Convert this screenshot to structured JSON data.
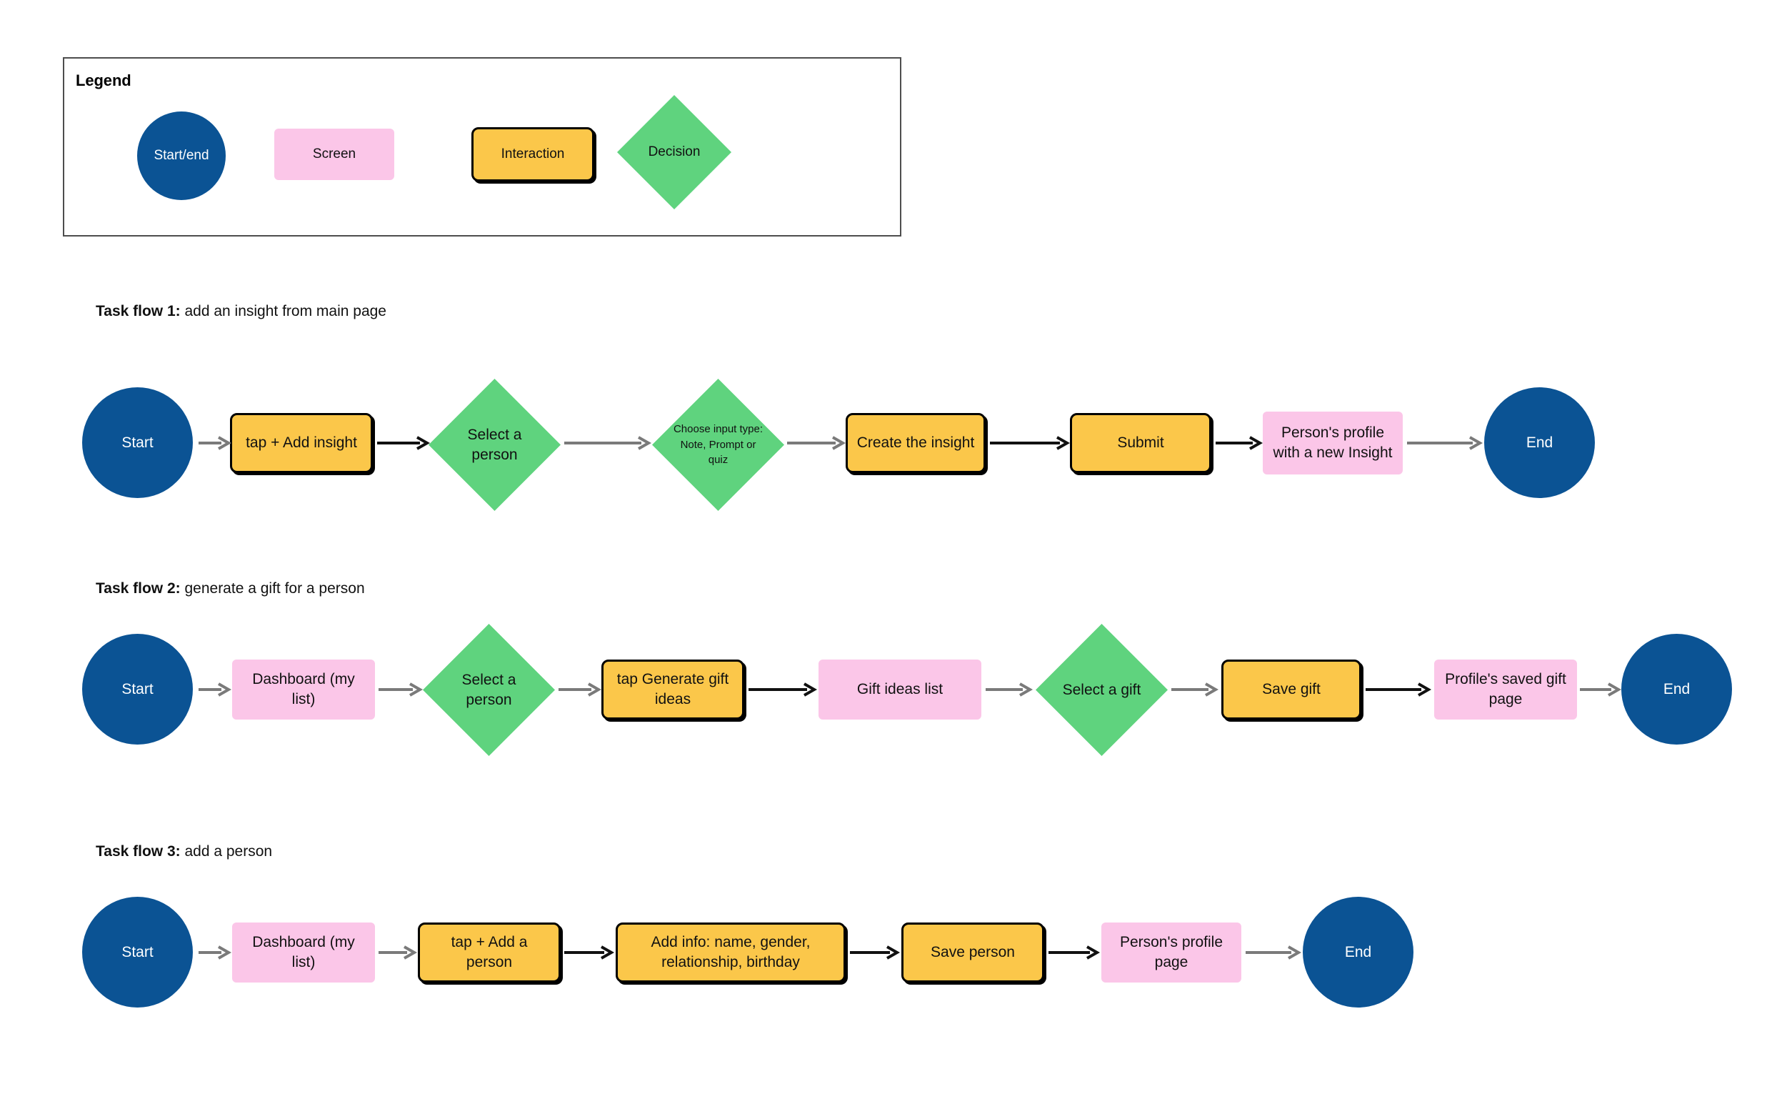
{
  "legend": {
    "title": "Legend",
    "items": [
      {
        "name": "start-end",
        "label": "Start/end",
        "shape": "circle",
        "color": "#0b5394"
      },
      {
        "name": "screen",
        "label": "Screen",
        "shape": "rect",
        "color": "#fbc6e8"
      },
      {
        "name": "interaction",
        "label": "Interaction",
        "shape": "rect-bordered",
        "color": "#fbc74a"
      },
      {
        "name": "decision",
        "label": "Decision",
        "shape": "diamond",
        "color": "#5fd37e"
      }
    ]
  },
  "flows": [
    {
      "title_bold": "Task flow 1:",
      "title_rest": " add an insight from main page",
      "nodes": [
        {
          "type": "start-end",
          "label": "Start"
        },
        {
          "type": "interaction",
          "label": "tap + Add insight"
        },
        {
          "type": "decision",
          "label": "Select a person"
        },
        {
          "type": "decision",
          "label": "Choose input type: Note, Prompt or quiz"
        },
        {
          "type": "interaction",
          "label": "Create the insight"
        },
        {
          "type": "interaction",
          "label": "Submit"
        },
        {
          "type": "screen",
          "label": "Person's profile with a new Insight"
        },
        {
          "type": "start-end",
          "label": "End"
        }
      ],
      "connectors": [
        "gray",
        "black",
        "gray",
        "gray",
        "black",
        "black",
        "gray"
      ]
    },
    {
      "title_bold": "Task flow 2:",
      "title_rest": " generate a gift for a person",
      "nodes": [
        {
          "type": "start-end",
          "label": "Start"
        },
        {
          "type": "screen",
          "label": "Dashboard (my list)"
        },
        {
          "type": "decision",
          "label": "Select a person"
        },
        {
          "type": "interaction",
          "label": "tap Generate gift ideas"
        },
        {
          "type": "screen",
          "label": "Gift ideas list"
        },
        {
          "type": "decision",
          "label": "Select a gift"
        },
        {
          "type": "interaction",
          "label": "Save gift"
        },
        {
          "type": "screen",
          "label": "Profile's saved gift page"
        },
        {
          "type": "start-end",
          "label": "End"
        }
      ],
      "connectors": [
        "gray",
        "gray",
        "gray",
        "black",
        "gray",
        "gray",
        "black",
        "gray"
      ]
    },
    {
      "title_bold": "Task flow 3:",
      "title_rest": " add a person",
      "nodes": [
        {
          "type": "start-end",
          "label": "Start"
        },
        {
          "type": "screen",
          "label": "Dashboard (my list)"
        },
        {
          "type": "interaction",
          "label": "tap + Add a person"
        },
        {
          "type": "interaction",
          "label": "Add info: name, gender, relationship, birthday"
        },
        {
          "type": "interaction",
          "label": "Save person"
        },
        {
          "type": "screen",
          "label": "Person's profile page"
        },
        {
          "type": "start-end",
          "label": "End"
        }
      ],
      "connectors": [
        "gray",
        "gray",
        "black",
        "black",
        "black",
        "gray"
      ]
    }
  ],
  "colors": {
    "start_end": "#0b5394",
    "screen": "#fbc6e8",
    "interaction": "#fbc74a",
    "decision": "#5fd37e",
    "arrow_gray": "#7a7a7a",
    "arrow_black": "#111111",
    "legend_border": "#4d4d4d"
  }
}
